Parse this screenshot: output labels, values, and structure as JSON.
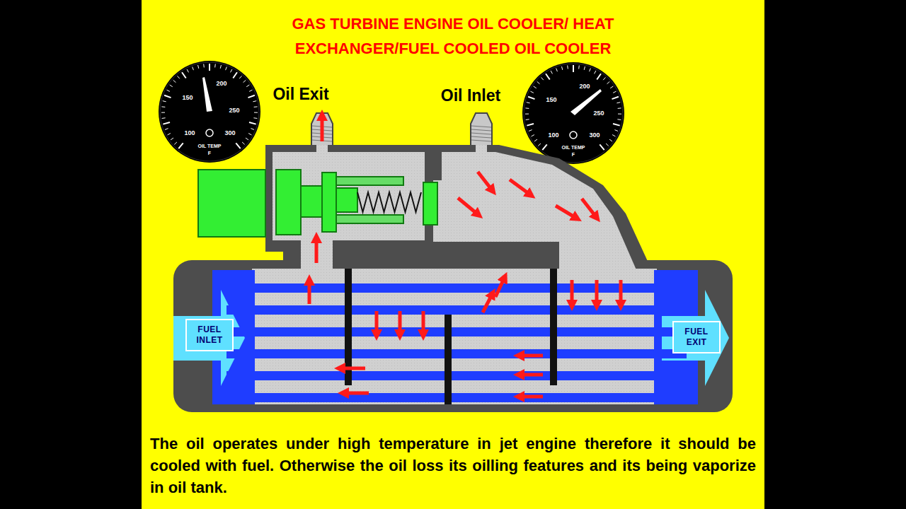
{
  "diagram": {
    "title": "GAS TURBINE ENGINE OIL COOLER/ HEAT EXCHANGER/FUEL COOLED OIL COOLER",
    "caption": "The oil operates under high temperature in jet engine therefore it should be cooled with fuel. Otherwise the oil loss its oilling features and its being vaporize in oil tank.",
    "nodes": [
      {
        "text": [
          "FUEL INLET"
        ]
      },
      {
        "text": [
          "FUEL EXIT"
        ]
      }
    ],
    "labels": [
      "150",
      "200",
      "250",
      "100",
      "300",
      "OIL TEMP",
      "F",
      "Oil Exit",
      "Oil Inlet",
      "200",
      "150",
      "250",
      "100",
      "300",
      "OIL TEMP",
      "F"
    ]
  }
}
